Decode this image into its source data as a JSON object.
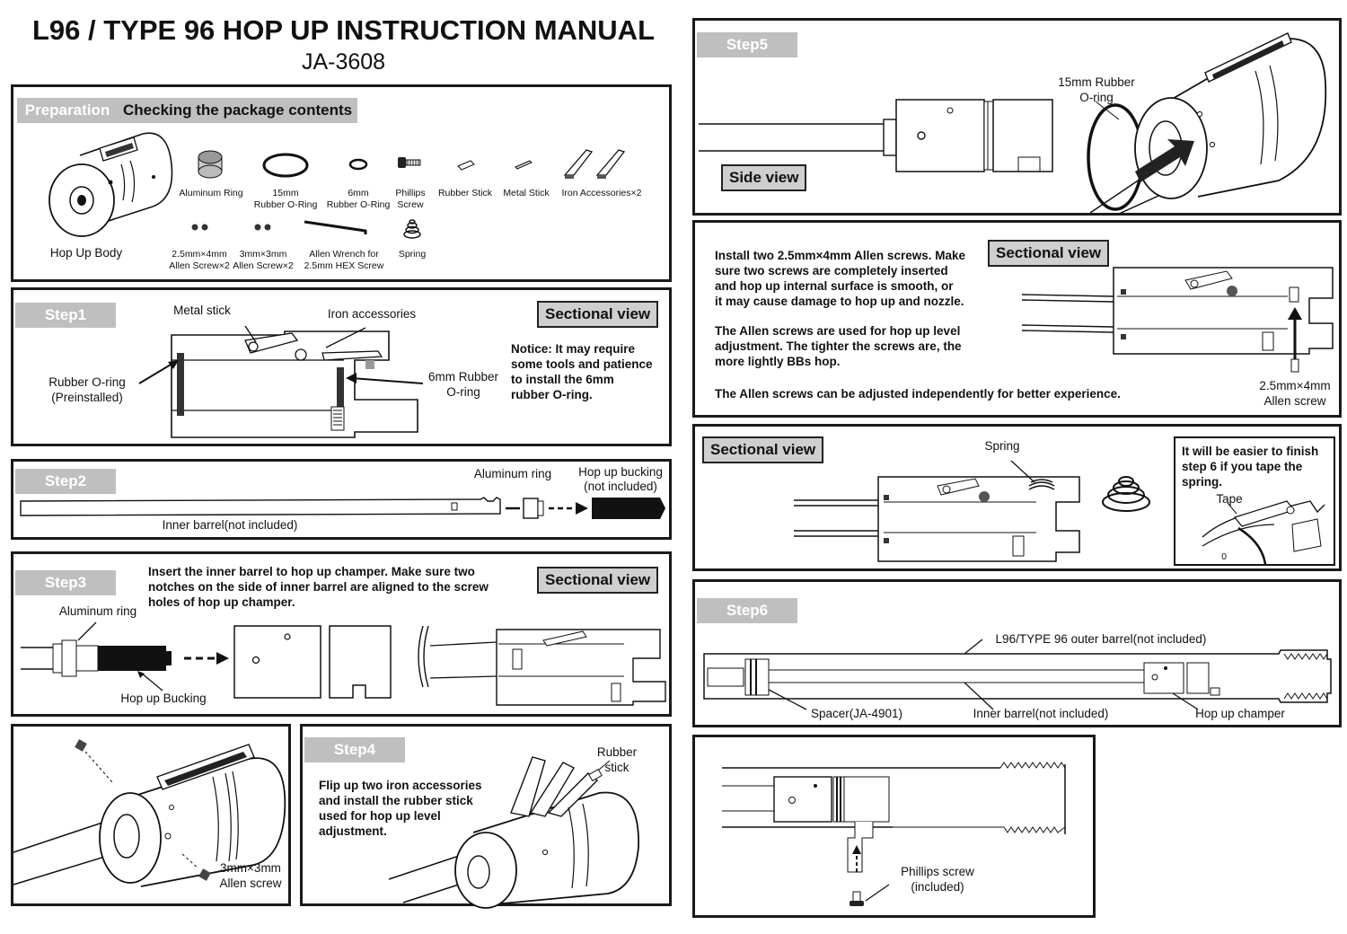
{
  "header": {
    "title": "L96 / TYPE 96 HOP UP INSTRUCTION MANUAL",
    "model": "JA-3608"
  },
  "prep": {
    "tag": "Preparation",
    "heading": "Checking the package contents",
    "items": {
      "hop_up_body": "Hop Up Body",
      "aluminum_ring": "Aluminum Ring",
      "o15_1": "15mm",
      "o15_2": "Rubber O-Ring",
      "o6_1": "6mm",
      "o6_2": "Rubber O-Ring",
      "phil_1": "Phillips",
      "phil_2": "Screw",
      "rubber_stick": "Rubber Stick",
      "metal_stick": "Metal Stick",
      "iron": "Iron Accessories×2",
      "as25_1": "2.5mm×4mm",
      "as25_2": "Allen Screw×2",
      "as3_1": "3mm×3mm",
      "as3_2": "Allen Screw×2",
      "wr_1": "Allen Wrench for",
      "wr_2": "2.5mm HEX Screw",
      "spring": "Spring"
    }
  },
  "step1": {
    "tag": "Step1",
    "sectional": "Sectional view",
    "metal_stick": "Metal stick",
    "iron": "Iron accessories",
    "oring_1": "Rubber O-ring",
    "oring_2": "(Preinstalled)",
    "o6_1": "6mm Rubber",
    "o6_2": "O-ring",
    "notice": [
      "Notice: It may require",
      "some tools and patience",
      "to install the 6mm",
      "rubber O-ring."
    ]
  },
  "step2": {
    "tag": "Step2",
    "aluminum_ring": "Aluminum ring",
    "bucking_1": "Hop up bucking",
    "bucking_2": "(not included)",
    "inner_barrel": "Inner barrel(not included)"
  },
  "step3": {
    "tag": "Step3",
    "sectional": "Sectional view",
    "text": [
      "Insert the inner barrel to hop up champer. Make sure two",
      "notches on the side of inner barrel are aligned to the screw",
      "holes of hop up champer."
    ],
    "aluminum_ring": "Aluminum ring",
    "bucking": "Hop up Bucking"
  },
  "step_screw": {
    "l1": "3mm×3mm",
    "l2": "Allen screw"
  },
  "step4": {
    "tag": "Step4",
    "text": [
      "Flip up two iron accessories",
      "and install the rubber stick",
      "used for hop up level",
      "adjustment."
    ],
    "rs_1": "Rubber",
    "rs_2": "stick"
  },
  "step5": {
    "tag": "Step5",
    "side_view": "Side view",
    "oring_1": "15mm Rubber",
    "oring_2": "O-ring"
  },
  "allen": {
    "sectional": "Sectional view",
    "p1": [
      "Install two 2.5mm×4mm Allen screws. Make",
      "sure two screws are completely inserted",
      "and hop up internal surface is smooth, or",
      "it may cause damage to hop up and nozzle."
    ],
    "p2": [
      "The Allen screws are used for hop up level",
      "adjustment. The tighter the screws are, the",
      "more lightly BBs hop."
    ],
    "p3": "The Allen screws can be adjusted independently for better experience.",
    "screw_1": "2.5mm×4mm",
    "screw_2": "Allen screw"
  },
  "spring_panel": {
    "sectional": "Sectional view",
    "spring": "Spring",
    "tip": [
      "It will be easier to finish",
      "step 6 if you tape the",
      "spring."
    ],
    "tape": "Tape",
    "zero": "0"
  },
  "step6": {
    "tag": "Step6",
    "outer": "L96/TYPE 96 outer barrel(not included)",
    "spacer": "Spacer(JA-4901)",
    "inner": "Inner barrel(not included)",
    "champer": "Hop up champer"
  },
  "final": {
    "ps_1": "Phillips screw",
    "ps_2": "(included)"
  }
}
